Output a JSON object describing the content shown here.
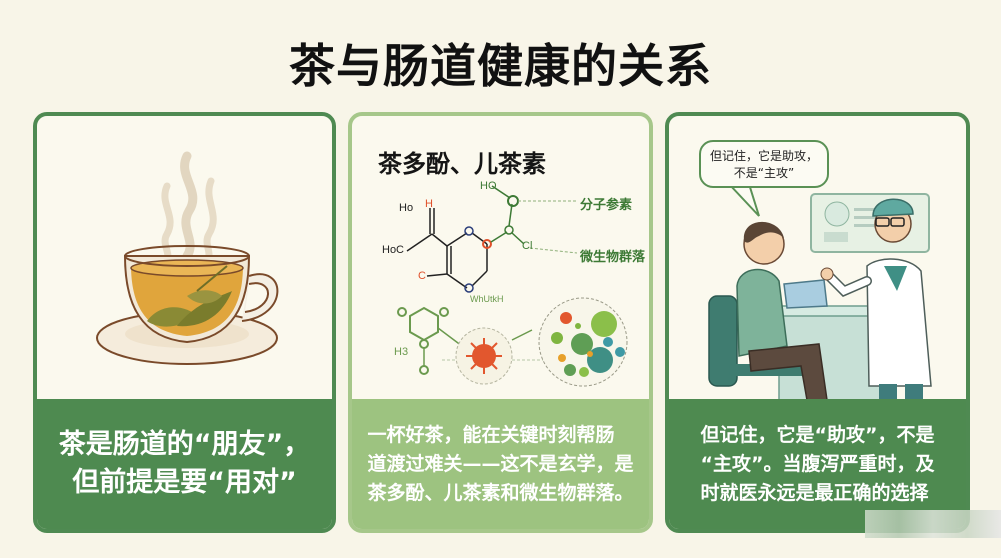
{
  "title": "茶与肠道健康的关系",
  "cards": [
    {
      "id": "tea-cup",
      "illustration": "steaming-tea-cup-with-leaves",
      "panel_text": "茶是肠道的“朋友”，\n但前提是要“用对”"
    },
    {
      "id": "polyphenols",
      "heading": "茶多酚、儿茶素",
      "diagram_labels": [
        "分子参素",
        "微生物群落"
      ],
      "atoms": [
        "Ho",
        "H",
        "HoC",
        "HO",
        "Cl",
        "C",
        "H3",
        "WhUtkH"
      ],
      "panel_text": "一杯好茶，能在关键时刻帮肠\n道渡过难关——这不是玄学，是\n茶多酚、儿茶素和微生物群落。"
    },
    {
      "id": "doctor",
      "speech_bubble": "但记住，它是助攻，\n不是“主攻”",
      "illustration": "doctor-consulting-patient",
      "panel_text": "但记住，它是“助攻”，不是\n“主攻”。当腹泻严重时，及\n时就医永远是最正确的选择"
    }
  ],
  "colors": {
    "background": "#f8f5e8",
    "dark_green": "#4e8a50",
    "light_green": "#9dc380",
    "title": "#111111"
  }
}
